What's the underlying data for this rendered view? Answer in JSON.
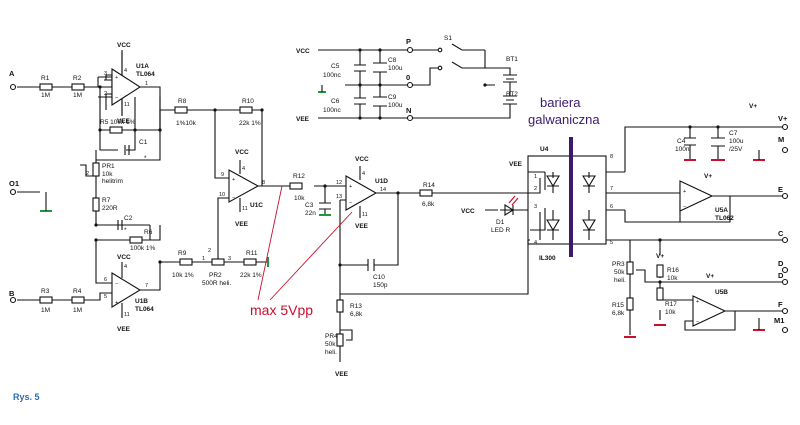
{
  "caption": "Rys. 5",
  "annotations": {
    "max_amplitude": "max 5Vpp",
    "barrier_line1": "bariera",
    "barrier_line2": "galwaniczna"
  },
  "rails": {
    "vcc": "VCC",
    "vee": "VEE",
    "vplus": "V+"
  },
  "terminals": {
    "a": "A",
    "b": "B",
    "o1": "O1",
    "p": "P",
    "zero": "0",
    "n": "N",
    "vplus": "V+",
    "m": "M",
    "e": "E",
    "c": "C",
    "d": "D",
    "f": "F",
    "m1": "M1"
  },
  "parts": {
    "r1": {
      "name": "R1",
      "value": "1M"
    },
    "r2": {
      "name": "R2",
      "value": "1M"
    },
    "r3": {
      "name": "R3",
      "value": "1M"
    },
    "r4": {
      "name": "R4",
      "value": "1M"
    },
    "r5": {
      "name": "R5 100k 1%"
    },
    "r6": {
      "name": "R6",
      "value": "100k  1%"
    },
    "r7": {
      "name": "R7",
      "value": "220R"
    },
    "r8": {
      "name": "R8",
      "value": "1%10k"
    },
    "r9": {
      "name": "R9",
      "value": "10k 1%"
    },
    "r10": {
      "name": "R10",
      "value": "22k 1%"
    },
    "r11": {
      "name": "R11",
      "value": "22k 1%"
    },
    "r12": {
      "name": "R12",
      "value": "10k"
    },
    "r13": {
      "name": "R13",
      "value": "6,8k"
    },
    "r14": {
      "name": "R14",
      "value": "6,8k"
    },
    "r15": {
      "name": "R15",
      "value": "6,8k"
    },
    "r16": {
      "name": "R16",
      "value": "10k"
    },
    "r17": {
      "name": "R17",
      "value": "10k"
    },
    "c1": {
      "name": "C1",
      "mark": "*"
    },
    "c2": {
      "name": "C2",
      "mark": "*"
    },
    "c3": {
      "name": "C3",
      "value": "22n"
    },
    "c4": {
      "name": "C4",
      "value": "100n"
    },
    "c5": {
      "name": "C5",
      "value": "100nc"
    },
    "c6": {
      "name": "C6",
      "value": "100nc"
    },
    "c7": {
      "name": "C7",
      "value": "100u",
      "rating": "/25V"
    },
    "c8": {
      "name": "C8",
      "value": "100u"
    },
    "c9": {
      "name": "C9",
      "value": "100u"
    },
    "c10": {
      "name": "C10",
      "value": "150p"
    },
    "pr1": {
      "name": "PR1",
      "value": "10k",
      "type": "helitrim",
      "pin": "2"
    },
    "pr2": {
      "name": "PR2",
      "value": "500R heli."
    },
    "pr3": {
      "name": "PR3",
      "value": "50k",
      "type": "heli."
    },
    "pr4": {
      "name": "PR4",
      "value": "50k",
      "type": "heli."
    },
    "u1a": {
      "name": "U1A",
      "type": "TL064"
    },
    "u1b": {
      "name": "U1B",
      "type": "TL064"
    },
    "u1c": {
      "name": "U1C"
    },
    "u1d": {
      "name": "U1D"
    },
    "u4": {
      "name": "U4",
      "type": "IL300"
    },
    "u5a": {
      "name": "U5A",
      "type": "TL062"
    },
    "u5b": {
      "name": "U5B"
    },
    "d1": {
      "name": "D1",
      "value": "LED R"
    },
    "s1": {
      "name": "S1"
    },
    "bt1": {
      "name": "BT1"
    },
    "bt2": {
      "name": "BT2"
    }
  }
}
